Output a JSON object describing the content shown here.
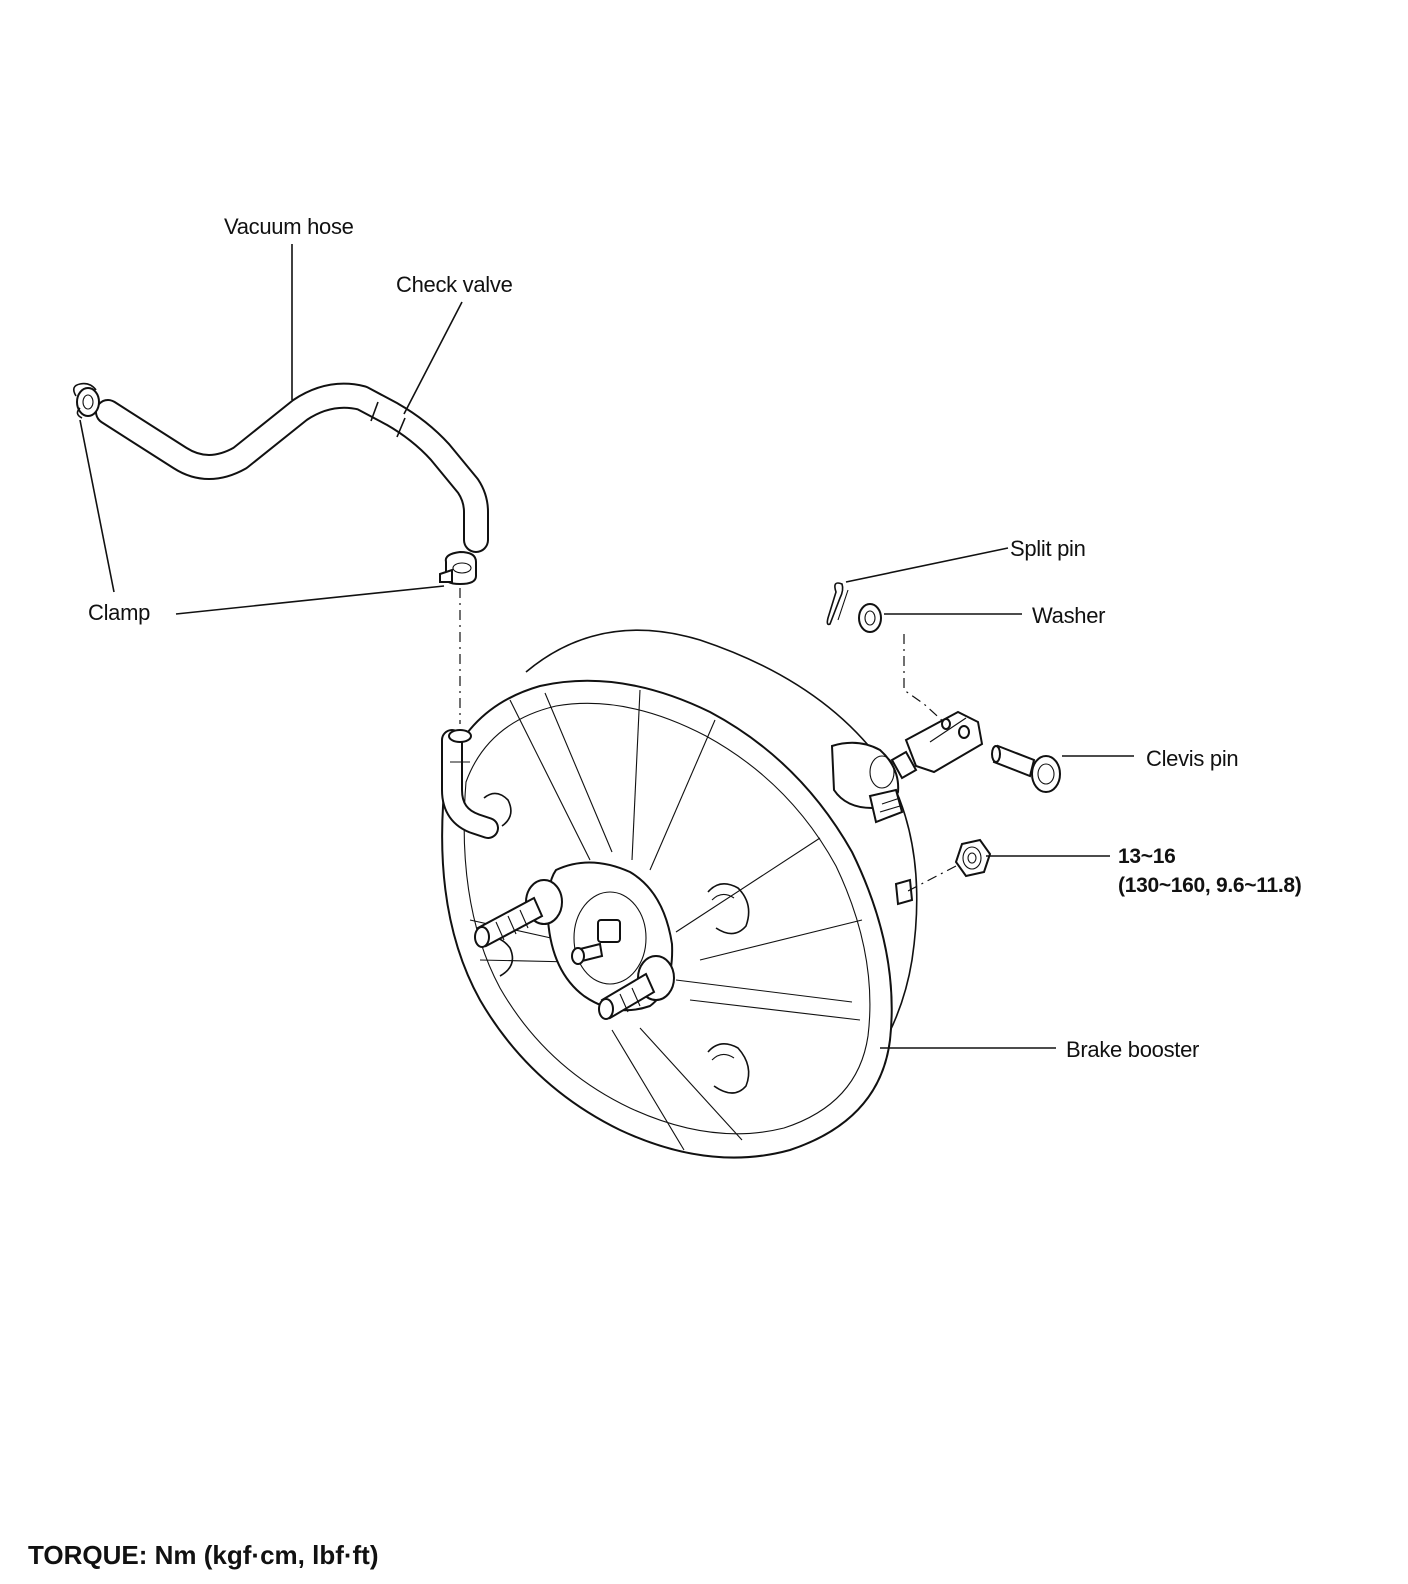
{
  "labels": {
    "vacuum_hose": "Vacuum hose",
    "check_valve": "Check valve",
    "clamp": "Clamp",
    "split_pin": "Split pin",
    "washer": "Washer",
    "clevis_pin": "Clevis pin",
    "torque_line1": "13~16",
    "torque_line2": "(130~160, 9.6~11.8)",
    "brake_booster": "Brake booster"
  },
  "footer": {
    "torque_units": "TORQUE: Nm (kgf·cm, lbf·ft)"
  }
}
